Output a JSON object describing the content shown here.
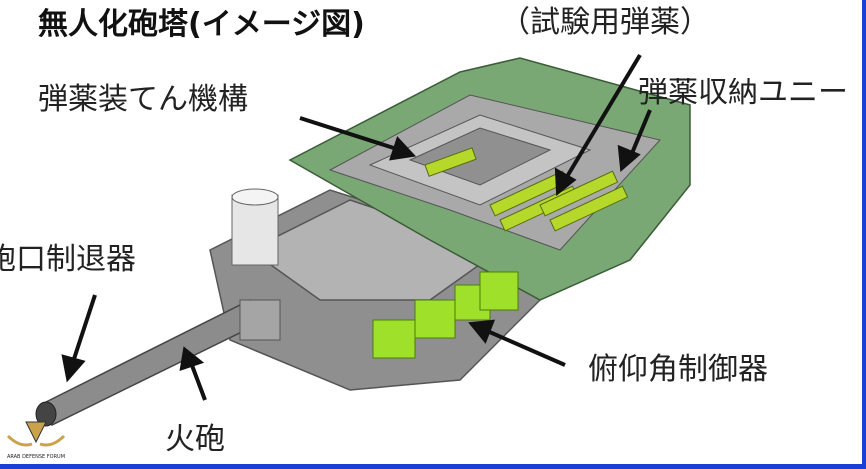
{
  "title": "無人化砲塔(イメージ図)",
  "labels": {
    "test_ammo": "（試験用弾薬）",
    "loader": "弾薬装てん機構",
    "storage": "弾薬収納ユニー",
    "muzzle_brake": "砲口制退器",
    "elevation_controller": "俯仰角制御器",
    "gun": "火砲"
  },
  "logo": {
    "text": "ARAB DEFENSE FORUM"
  },
  "colors": {
    "turret_green": "#7aa874",
    "ammo_yellow": "#b6d82a",
    "controller_green": "#9ee02a",
    "gray": "#9a9a9a",
    "border": "#1a3fd6"
  }
}
